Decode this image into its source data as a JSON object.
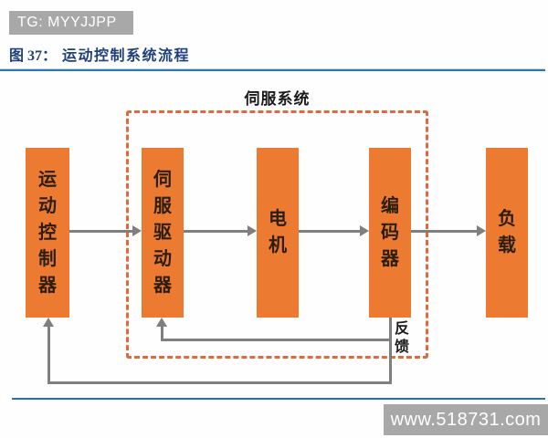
{
  "watermarks": {
    "top_badge": "TG: MYYJJPP",
    "bottom_badge": "www.518731.com"
  },
  "figure": {
    "label": "图 37：",
    "title": "运动控制系统流程"
  },
  "diagram": {
    "group_label": "伺服系统",
    "feedback_label": "反馈",
    "boxes": [
      {
        "id": "motion-controller",
        "label": "运动控制器"
      },
      {
        "id": "servo-driver",
        "label": "伺服驱动器"
      },
      {
        "id": "motor",
        "label": "电机"
      },
      {
        "id": "encoder",
        "label": "编码器"
      },
      {
        "id": "load",
        "label": "负载"
      }
    ],
    "flow": "运动控制器 → 伺服驱动器 → 电机 → 编码器 → 负载; 编码器反馈至伺服驱动器和运动控制器"
  },
  "colors": {
    "page_bg": "#fefefe",
    "box_orange": "#ED7A31",
    "dash_orange": "#E2693F",
    "line_gray": "#7F7F7F",
    "box_text": "#2B1D10",
    "title_navy": "#1F4078",
    "rule_blue": "#2878B8",
    "rule_blue_bottom": "#2D7493",
    "badge_gray": "#A8A8A8",
    "badge_text": "#FFFFFF",
    "label_black": "#1A1A1A"
  }
}
